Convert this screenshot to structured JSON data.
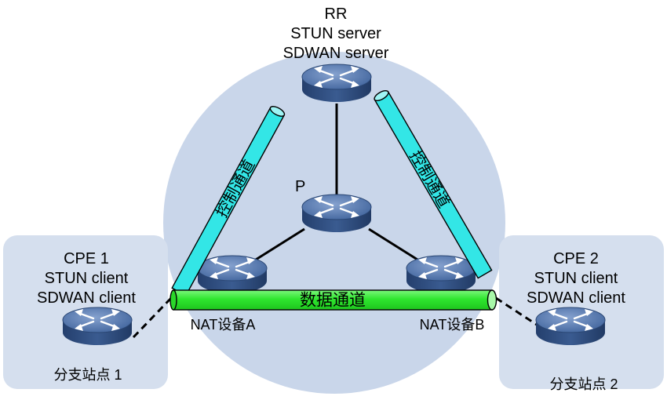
{
  "rr": {
    "role": "RR",
    "stun_role": "STUN server",
    "sdwan_role": "SDWAN server"
  },
  "p_router": {
    "label": "P"
  },
  "cpe1": {
    "name": "CPE 1",
    "stun_role": "STUN client",
    "sdwan_role": "SDWAN client",
    "site": "分支站点 1"
  },
  "cpe2": {
    "name": "CPE 2",
    "stun_role": "STUN client",
    "sdwan_role": "SDWAN client",
    "site": "分支站点 2"
  },
  "nat_a": {
    "label": "NAT设备A"
  },
  "nat_b": {
    "label": "NAT设备B"
  },
  "tunnels": {
    "control_left": "控制通道",
    "control_right": "控制通道",
    "data": "数据通道"
  },
  "colors": {
    "zone_fill": "#c9d6ea",
    "site_fill": "#d5dfee",
    "control_tunnel": "#33e6e6",
    "data_tunnel": "#33ee33",
    "device_top": "#4a6fa6",
    "device_side": "#2c4a7c"
  },
  "icons": {
    "router": "router-icon"
  }
}
